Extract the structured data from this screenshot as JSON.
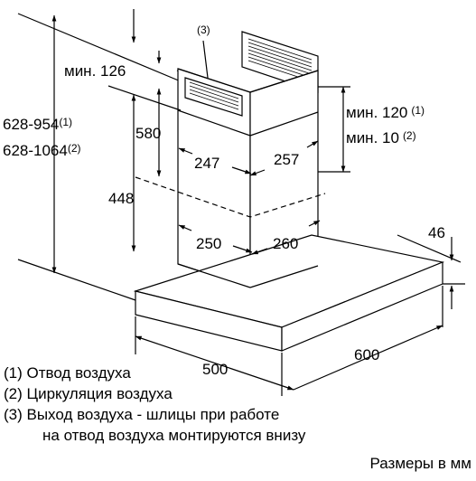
{
  "callout": "(3)",
  "dimensions": {
    "min_126": "мин. 126",
    "d580": "580",
    "height_a_value": "628-954",
    "height_a_note": "(1)",
    "height_b_value": "628-1064",
    "height_b_note": "(2)",
    "d448": "448",
    "d247": "247",
    "d257": "257",
    "min_120": "мин. 120",
    "min_120_note": "(1)",
    "min_10": "мин. 10",
    "min_10_note": "(2)",
    "d250": "250",
    "d260": "260",
    "d46": "46",
    "d500": "500",
    "d600": "600"
  },
  "legend": [
    "(1) Отвод воздуха",
    "(2) Циркуляция воздуха",
    "(3) Выход воздуха - шлицы при работе",
    "на отвод воздуха монтируются внизу"
  ],
  "units_label": "Размеры в мм"
}
